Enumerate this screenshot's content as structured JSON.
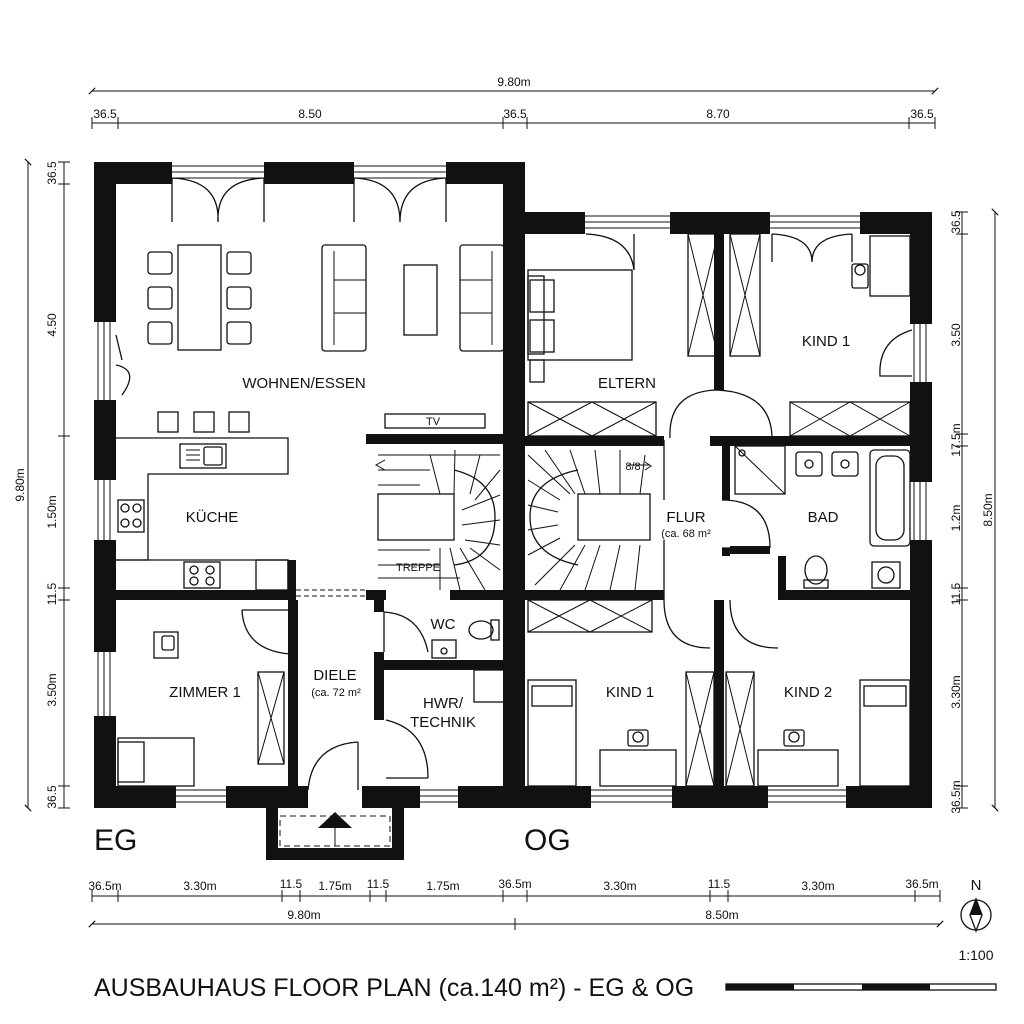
{
  "title": "AUSBAUHAUS FLOOR PLAN (ca.140 m²) - EG & OG",
  "floors": {
    "eg": "EG",
    "og": "OG"
  },
  "scale": "1:100",
  "north": "N",
  "rooms": {
    "wohnen": "WOHNEN/ESSEN",
    "kueche": "KÜCHE",
    "tv": "TV",
    "treppe": "TREPPE",
    "zimmer1": "ZIMMER 1",
    "diele": "DIELE",
    "diele_area": "(ca. 72 m²",
    "wc": "WC",
    "hwr_1": "HWR/",
    "hwr_2": "TECHNIK",
    "eltern": "ELTERN",
    "kind1_top": "KIND 1",
    "flur": "FLUR",
    "flur_area": "(ca. 68 m²",
    "bad": "BAD",
    "kind1_bottom": "KIND 1",
    "kind2": "KIND 2",
    "stair_mark": "8/8"
  },
  "dims": {
    "top_total": "9.80m",
    "top_a": "36.5",
    "top_b": "8.50",
    "top_c": "36.5",
    "top_d": "8.70",
    "top_e": "36.5",
    "left_total": "9.80m",
    "left_a": "36.5",
    "left_b": "4.50",
    "left_c": "1.50m",
    "left_d": "11.5",
    "left_e": "3.50m",
    "left_f": "36.5",
    "right_total": "8.50m",
    "right_a": "36.5",
    "right_b": "3.50",
    "right_c": "17.5m",
    "right_d": "1.2m",
    "right_e": "11.5",
    "right_f": "3.30m",
    "right_g": "36.5m",
    "bottom_a": "36.5m",
    "bottom_b": "3.30m",
    "bottom_c": "11.5",
    "bottom_d": "1.75m",
    "bottom_e": "11.5",
    "bottom_f": "1.75m",
    "bottom_g": "36.5m",
    "bottom_h": "3.30m",
    "bottom_i": "11.5",
    "bottom_j": "3.30m",
    "bottom_k": "36.5m",
    "bottom_total_left": "9.80m",
    "bottom_total_right": "8.50m"
  }
}
